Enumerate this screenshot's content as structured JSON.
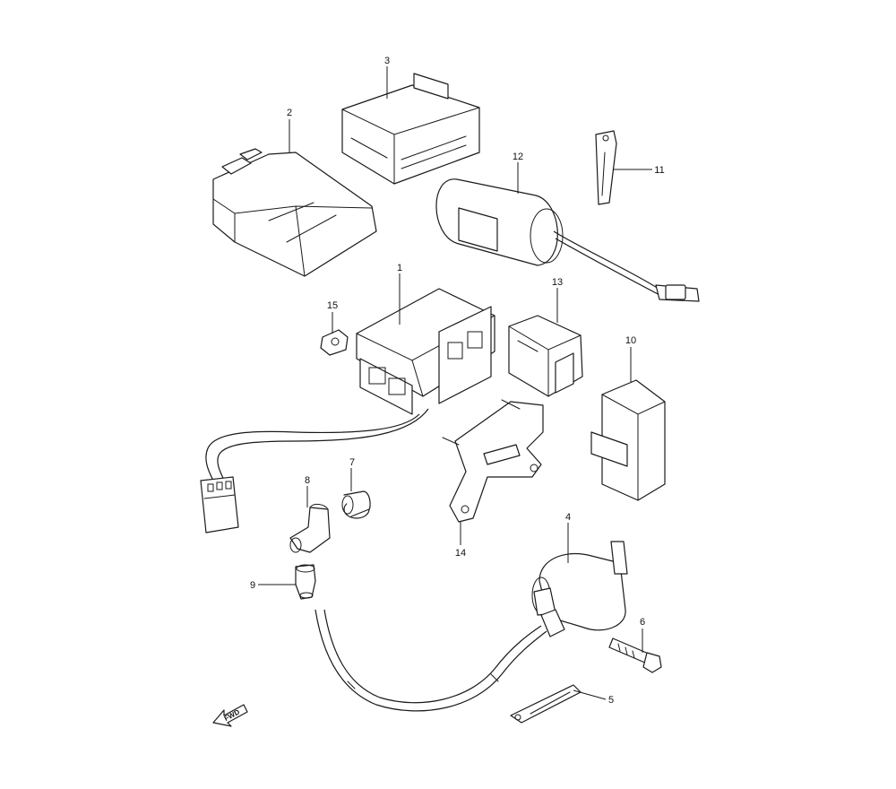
{
  "diagram": {
    "callouts": [
      {
        "id": "c1",
        "label": "1"
      },
      {
        "id": "c2",
        "label": "2"
      },
      {
        "id": "c3",
        "label": "3"
      },
      {
        "id": "c4",
        "label": "4"
      },
      {
        "id": "c5",
        "label": "5"
      },
      {
        "id": "c6",
        "label": "6"
      },
      {
        "id": "c7",
        "label": "7"
      },
      {
        "id": "c8",
        "label": "8"
      },
      {
        "id": "c9",
        "label": "9"
      },
      {
        "id": "c10",
        "label": "10"
      },
      {
        "id": "c11",
        "label": "11"
      },
      {
        "id": "c12",
        "label": "12"
      },
      {
        "id": "c13",
        "label": "13"
      },
      {
        "id": "c14",
        "label": "14"
      },
      {
        "id": "c15",
        "label": "15"
      }
    ],
    "fwd_label": "FWD",
    "fwd_icon": "arrow-left-down-icon"
  }
}
